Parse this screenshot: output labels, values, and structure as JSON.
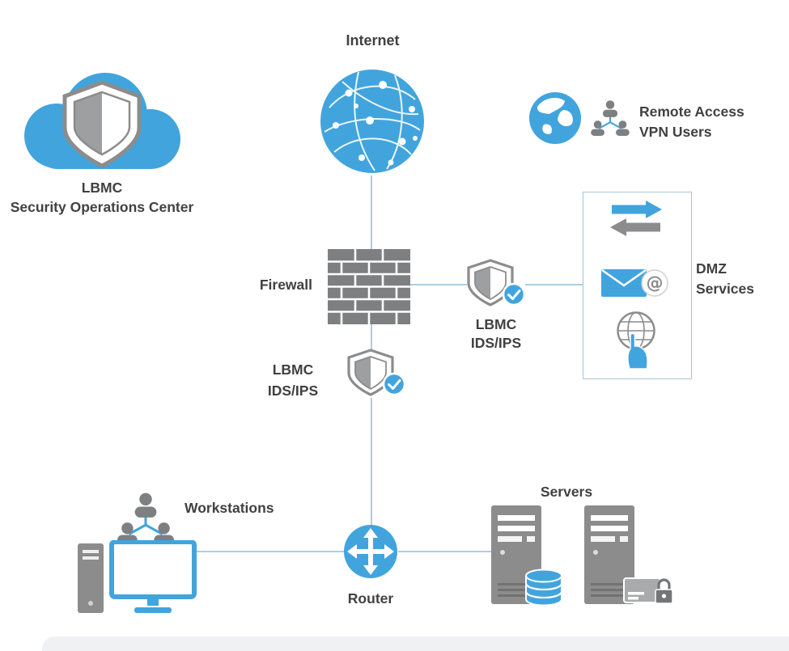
{
  "colors": {
    "accent_blue": "#42a4dd",
    "icon_gray": "#8c8c8c",
    "text": "#414142",
    "connector": "#a9cfe0",
    "dmz_border": "#a5c7d6"
  },
  "nodes": {
    "internet": {
      "label": "Internet",
      "icon": "internet-network-globe-icon"
    },
    "soc": {
      "line1": "LBMC",
      "line2": "Security Operations Center",
      "icon": "cloud-shield-icon"
    },
    "vpn": {
      "line1": "Remote Access",
      "line2": "VPN Users",
      "icons": [
        "earth-globe-icon",
        "users-group-icon"
      ]
    },
    "firewall": {
      "label": "Firewall",
      "icon": "firewall-bricks-icon"
    },
    "ids_dmz": {
      "line1": "LBMC",
      "line2": "IDS/IPS",
      "icon": "shield-check-icon"
    },
    "ids_internal": {
      "line1": "LBMC",
      "line2": "IDS/IPS",
      "icon": "shield-check-icon"
    },
    "dmz": {
      "line1": "DMZ",
      "line2": "Services",
      "at_symbol": "@",
      "icons": [
        "transfer-arrows-icon",
        "email-at-icon",
        "web-touch-icon"
      ]
    },
    "router": {
      "label": "Router",
      "icon": "router-arrows-icon"
    },
    "workstations": {
      "label": "Workstations",
      "icons": [
        "users-group-icon",
        "desktop-computer-icon"
      ]
    },
    "servers": {
      "label": "Servers",
      "icons": [
        "server-tower-icon",
        "database-icon",
        "server-tower-icon",
        "secure-card-icon"
      ]
    }
  }
}
